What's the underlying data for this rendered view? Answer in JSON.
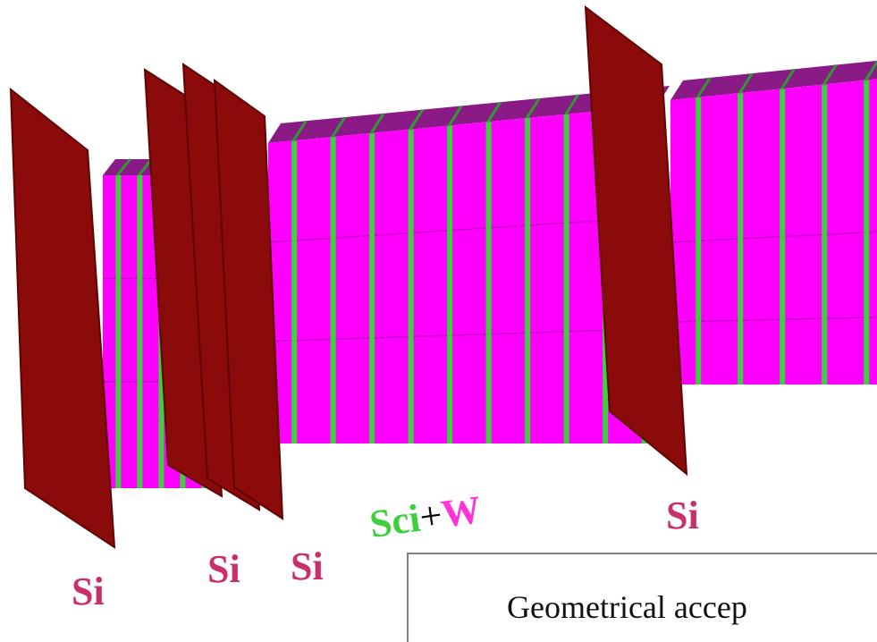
{
  "colors": {
    "absorber": "#ff00ff",
    "absorber_top": "#8a1a86",
    "scintillator": "#3ecf3e",
    "silicon": "#8b0a0a",
    "silicon_edge": "#5e0505",
    "label_si": "#c8306a",
    "label_sci": "#3ecf3e",
    "label_w": "#ff33d6"
  },
  "labels": {
    "si_1": "Si",
    "si_2": "Si",
    "si_3": "Si",
    "si_4": "Si",
    "sci": "Sci",
    "plus": "+",
    "w": "W"
  },
  "caption": {
    "text": "Geometrical accep"
  }
}
